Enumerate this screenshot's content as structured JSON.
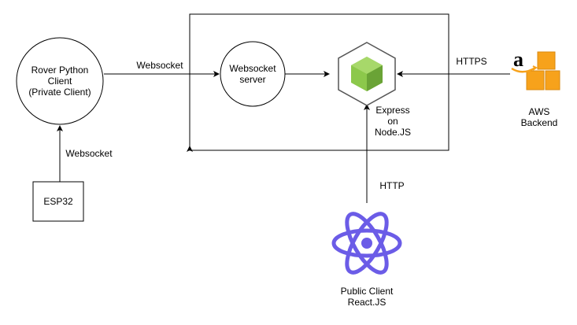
{
  "nodes": {
    "rover": {
      "line1": "Rover Python",
      "line2": "Client",
      "line3": "(Private Client)"
    },
    "ws_server": {
      "line1": "Websocket",
      "line2": "server"
    },
    "express": {
      "line1": "Express",
      "line2": "on",
      "line3": "Node.JS"
    },
    "aws": {
      "line1": "AWS",
      "line2": "Backend"
    },
    "esp32": {
      "label": "ESP32"
    },
    "public_client": {
      "line1": "Public Client",
      "line2": "React.JS"
    }
  },
  "edges": {
    "rover_to_ws": "Websocket",
    "esp_to_rover": "Websocket",
    "aws_to_express": "HTTPS",
    "react_to_express": "HTTP"
  },
  "icons": [
    "nodejs-icon",
    "amazon-icon",
    "react-icon"
  ],
  "colors": {
    "stroke": "#000000",
    "node_green": "#8cc84b",
    "node_green_dark": "#6aa336",
    "react_purple": "#6b5ce7",
    "amazon_orange": "#f7a21b"
  }
}
